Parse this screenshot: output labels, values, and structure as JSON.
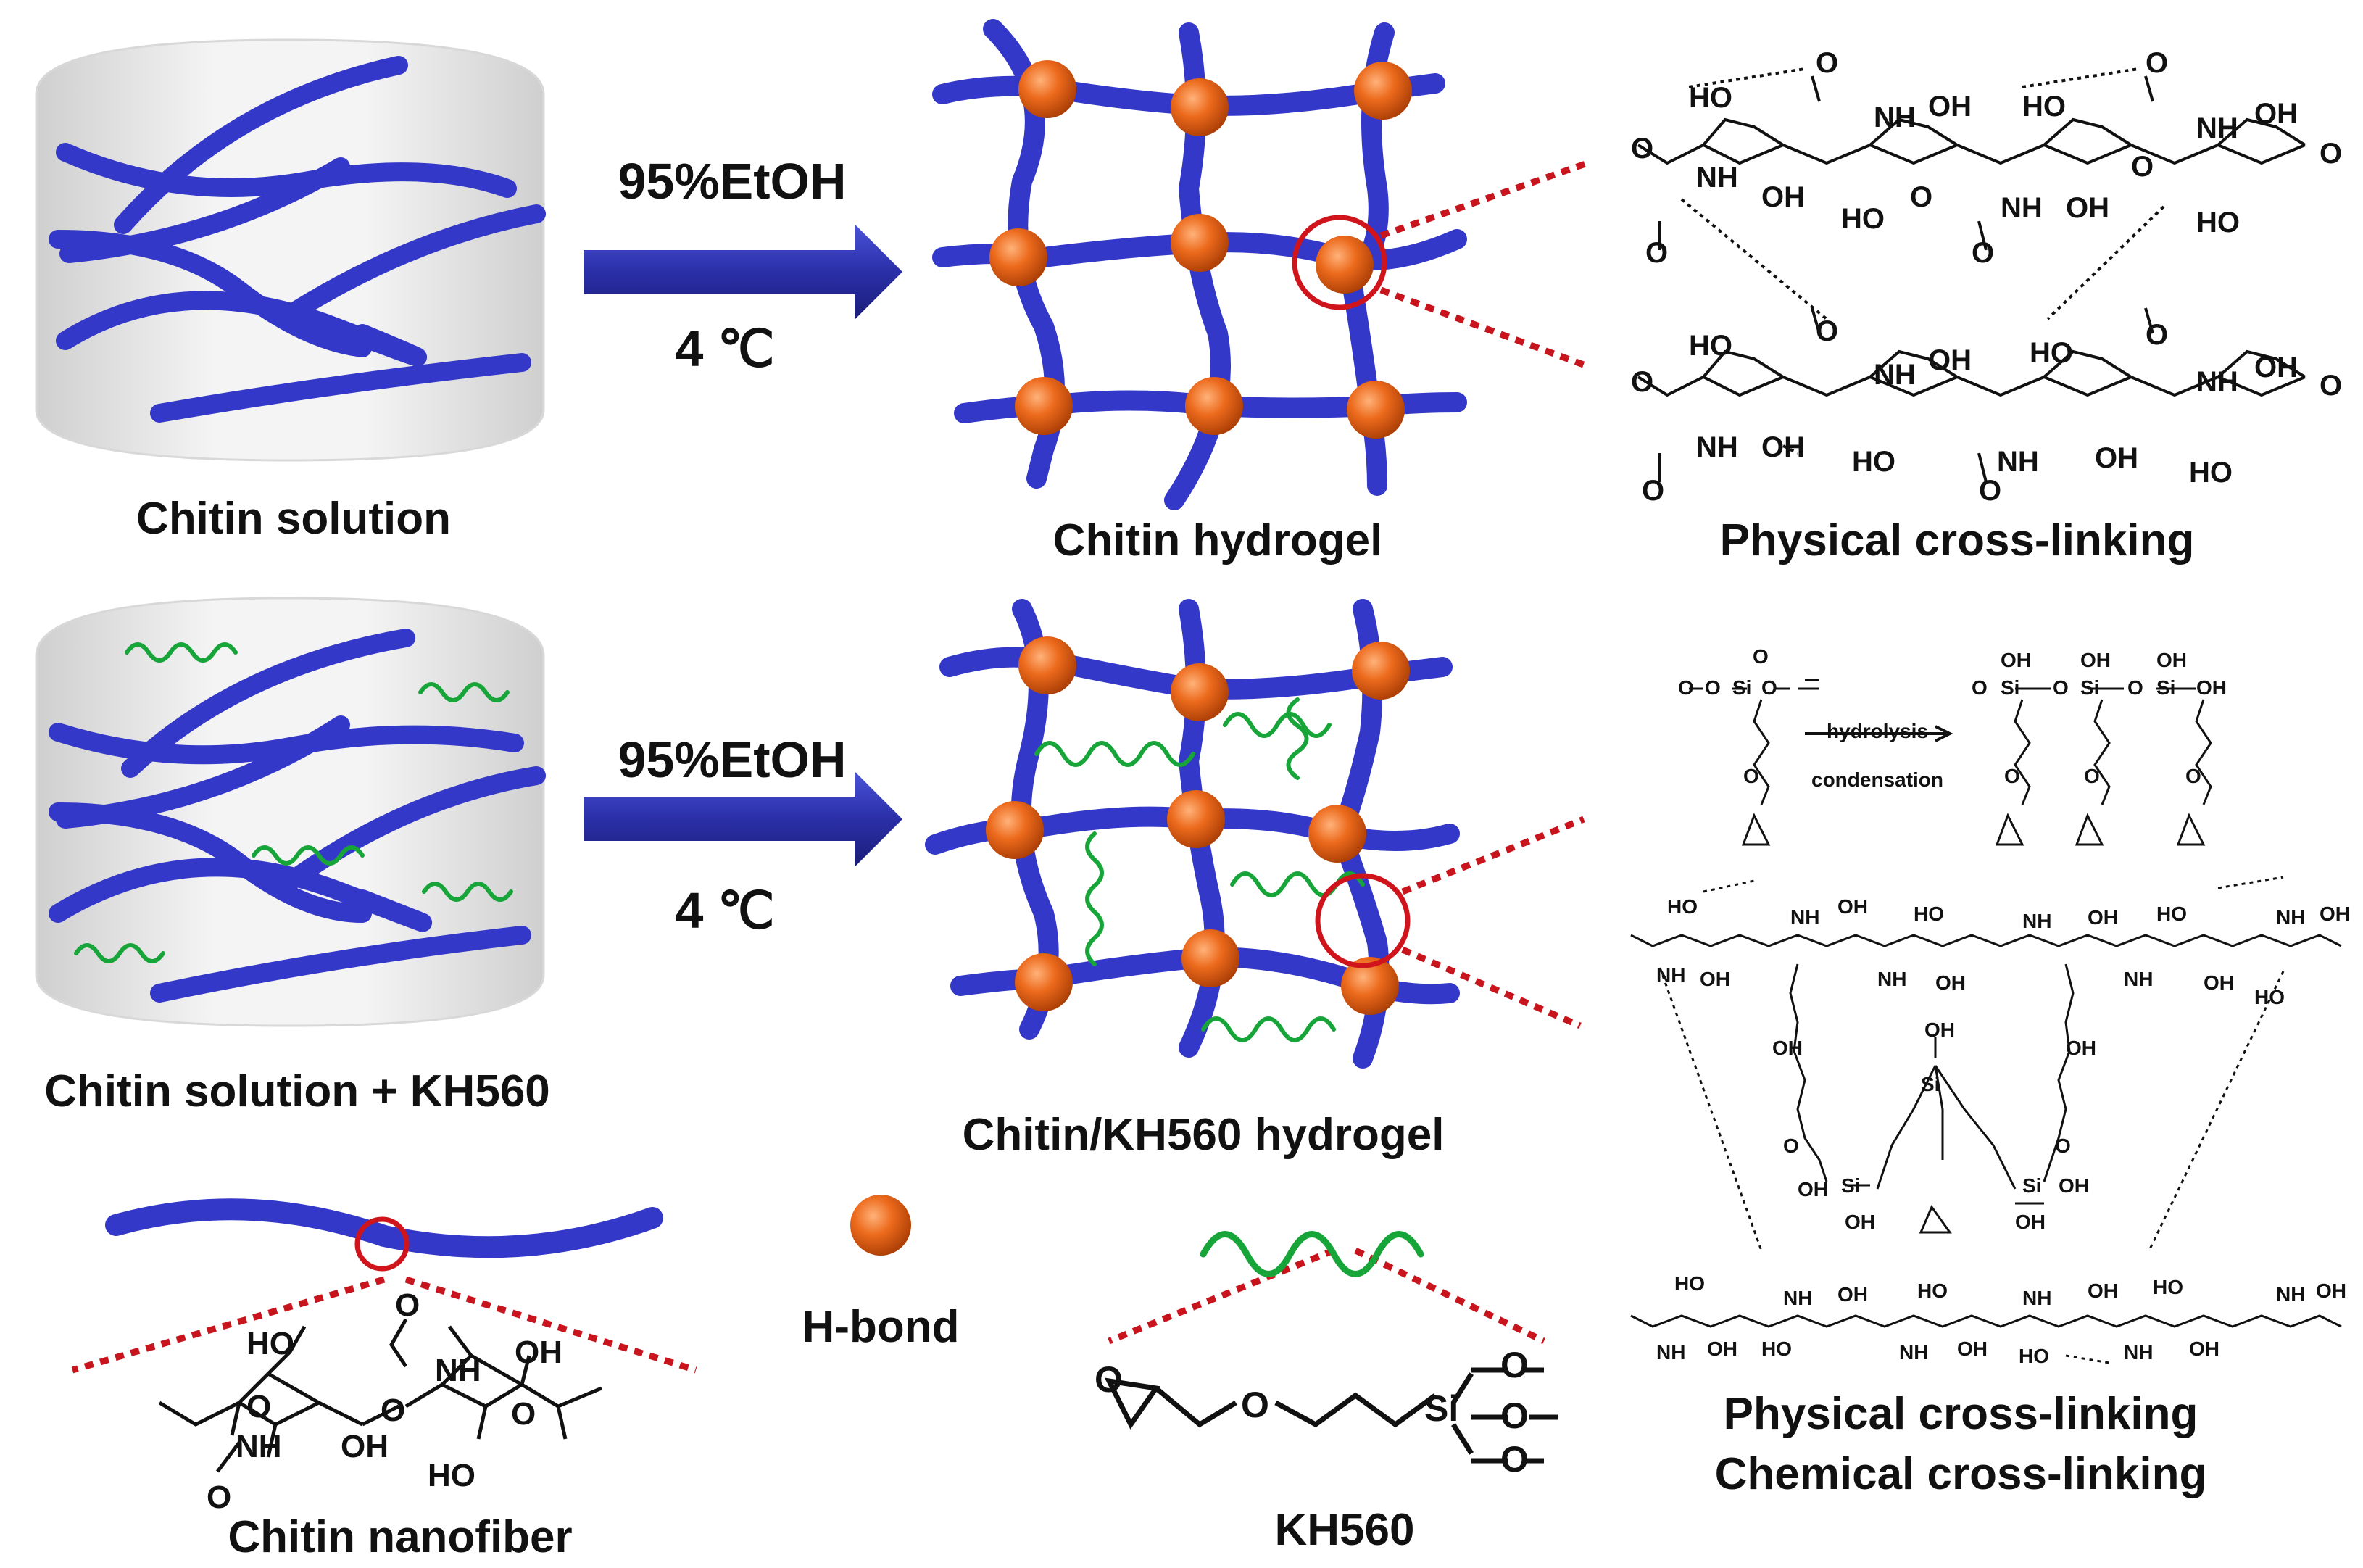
{
  "panels": {
    "chitin_solution": "Chitin solution",
    "chitin_hydrogel": "Chitin hydrogel",
    "physical_crosslinking_top": "Physical cross-linking",
    "chitin_solution_kh560": "Chitin solution + KH560",
    "chitin_kh560_hydrogel": "Chitin/KH560 hydrogel",
    "physical_crosslinking_bottom": "Physical  cross-linking",
    "chemical_crosslinking": "Chemical cross-linking"
  },
  "arrows": {
    "top": {
      "solvent": "95%EtOH",
      "temperature": "4 ℃"
    },
    "bottom": {
      "solvent": "95%EtOH",
      "temperature": "4 ℃"
    }
  },
  "legend": {
    "chitin_nanofiber": "Chitin nanofiber",
    "h_bond": "H-bond",
    "kh560": "KH560"
  },
  "reaction": {
    "hydrolysis": "hydrolysis",
    "condensation": "condensation"
  },
  "atoms": {
    "ho": "HO",
    "oh": "OH",
    "nh": "NH",
    "o": "O",
    "si": "Si"
  },
  "colors": {
    "fiber": "#3438c8",
    "node": "#e8661a",
    "kh560_chain": "#17a53a",
    "highlight_circle": "#d0141c",
    "dotted_zoom": "#c8141c",
    "arrow": "#2a2fa8"
  }
}
